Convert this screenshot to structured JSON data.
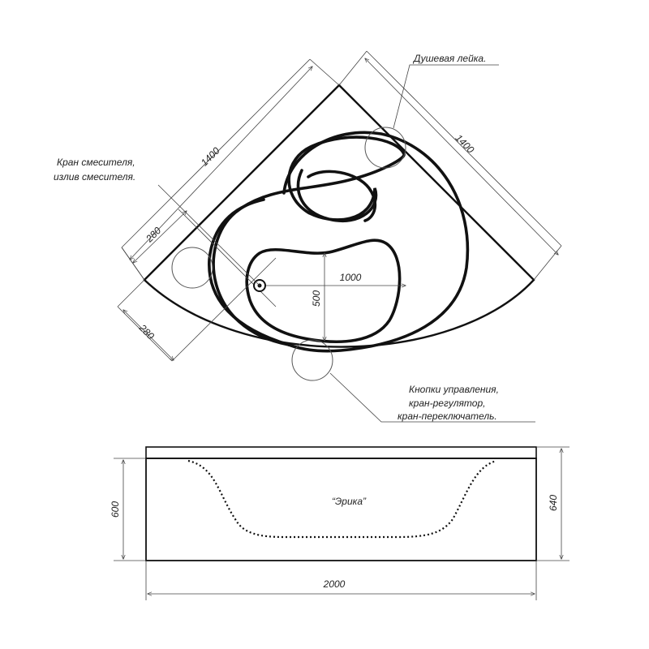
{
  "top_view": {
    "callouts": {
      "shower_head": "Душевая лейка.",
      "mixer_line1": "Кран смесителя,",
      "mixer_line2": "излив смесителя.",
      "controls_line1": "Кнопки управления,",
      "controls_line2": "кран-регулятор,",
      "controls_line3": "кран-переключатель."
    },
    "dimensions": {
      "side_left": "1400",
      "side_right": "1400",
      "inset_top": "280",
      "inset_bottom": "280",
      "inner_width": "1000",
      "inner_depth": "500"
    }
  },
  "side_view": {
    "model_name": "“Эрика”",
    "dimensions": {
      "length": "2000",
      "height_inner": "600",
      "height_outer": "640"
    }
  }
}
